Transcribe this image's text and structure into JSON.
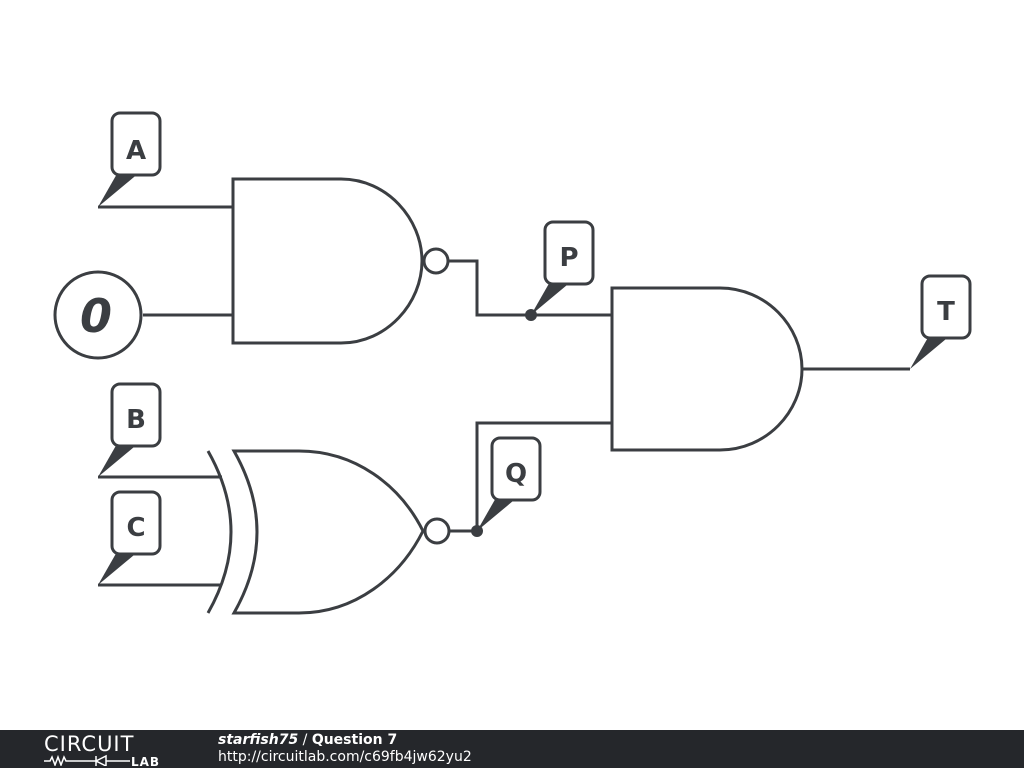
{
  "diagram": {
    "inputs": {
      "a": "A",
      "b": "B",
      "c": "C",
      "constant": "0"
    },
    "nodes": {
      "p": "P",
      "q": "Q",
      "t": "T"
    },
    "gates": [
      "NAND",
      "XNOR",
      "AND"
    ]
  },
  "footer": {
    "logo_top": "CIRCUIT",
    "logo_bottom": "LAB",
    "author": "starfish75",
    "separator": " / ",
    "title": "Question 7",
    "url": "http://circuitlab.com/c69fb4jw62yu2"
  },
  "colors": {
    "ink": "#3b3e42",
    "footer_bg": "#25272b"
  }
}
